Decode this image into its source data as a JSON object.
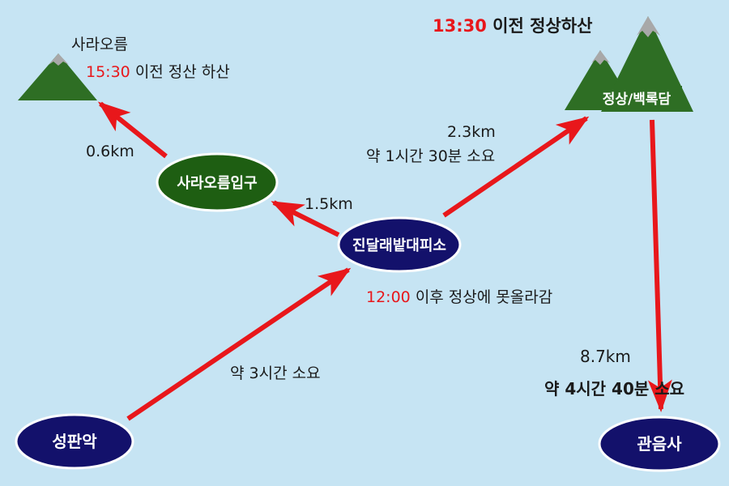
{
  "nodes": {
    "seongpanak": "성판악",
    "jindallaebat": "진달래밭대피소",
    "saraoreum_entrance": "사라오름입구",
    "saraoreum": "사라오름",
    "summit": "정상/백록담",
    "gwaneumsa": "관음사"
  },
  "labels": {
    "saraoreum_deadline_time": "15:30",
    "saraoreum_deadline_text": "이전 정산 하산",
    "summit_deadline_time": "13:30",
    "summit_deadline_text": "이전 정상하산",
    "jindallaebat_cutoff_time": "12:00",
    "jindallaebat_cutoff_text": "이후 정상에 못올라감",
    "seg_seongpanak_time": "약 3시간 소요",
    "seg_jindallaebat_to_entrance_dist": "1.5km",
    "seg_entrance_to_saraoreum_dist": "0.6km",
    "seg_jindallaebat_to_summit_dist": "2.3km",
    "seg_jindallaebat_to_summit_time": "약 1시간 30분 소요",
    "seg_summit_to_gwaneumsa_dist": "8.7km",
    "seg_summit_to_gwaneumsa_time": "약 4시간 40분 소요"
  },
  "colors": {
    "background": "#c6e4f3",
    "arrow": "#e8171b",
    "node_navy": "#13116b",
    "node_green": "#1e5e12",
    "mountain_green": "#2e6e24",
    "snowcap": "#a8a8a8",
    "highlight_time": "#e8171b"
  },
  "icons": [
    "mountain-icon-saraoreum",
    "mountain-icon-summit"
  ]
}
